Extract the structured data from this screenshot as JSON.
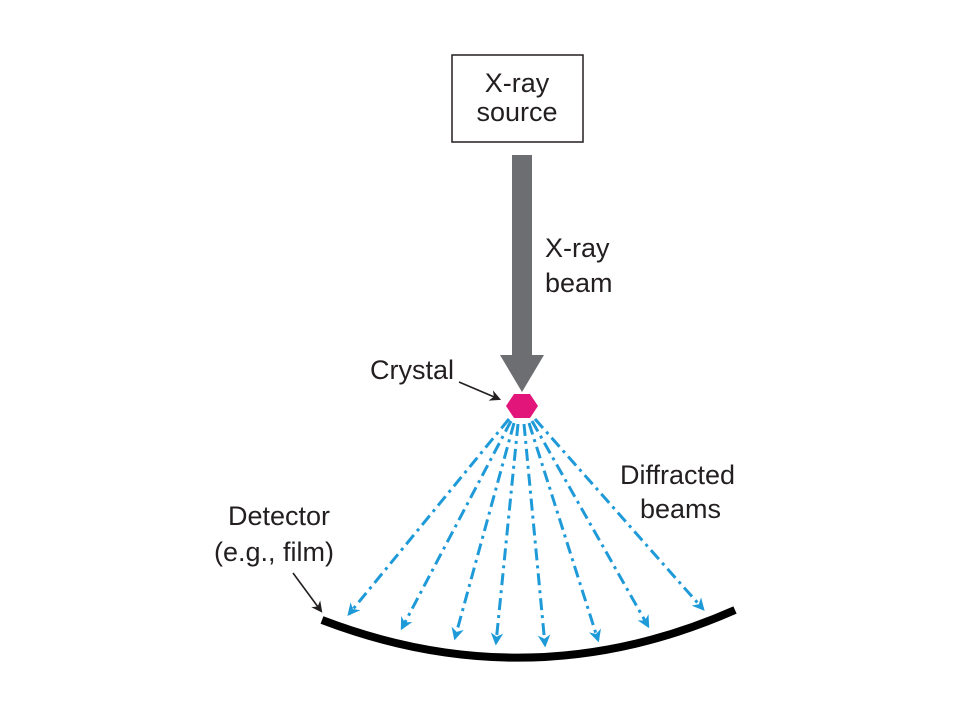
{
  "source": {
    "line1": "X-ray",
    "line2": "source"
  },
  "beam": {
    "line1": "X-ray",
    "line2": "beam"
  },
  "crystal": {
    "label": "Crystal"
  },
  "diffracted": {
    "line1": "Diffracted",
    "line2": "beams"
  },
  "detector": {
    "line1": "Detector",
    "line2": "(e.g., film)"
  },
  "colors": {
    "beam": "#6d6e71",
    "crystal": "#e2157a",
    "diffracted": "#1f9ad8",
    "detector": "#000000",
    "text": "#231f20"
  },
  "icons": {
    "crystal": "hexagon-crystal-icon"
  }
}
